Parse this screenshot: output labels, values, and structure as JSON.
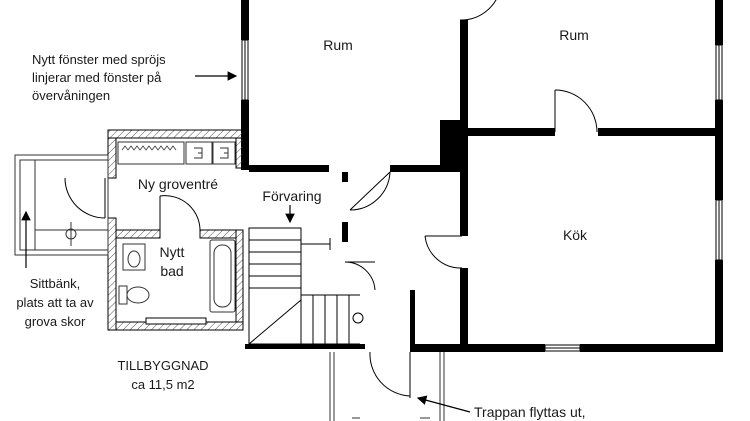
{
  "rooms": {
    "rum_left": "Rum",
    "rum_right": "Rum",
    "kok": "Kök",
    "ny_groventre": "Ny groventré",
    "forvaring": "Förvaring",
    "nytt_bad": [
      "Nytt",
      "bad"
    ]
  },
  "annotations": {
    "window_note": [
      "Nytt fönster med spröjs",
      "linjerar med fönster på",
      "övervåningen"
    ],
    "bench_note": [
      "Sittbänk,",
      "plats att ta av",
      "grova skor"
    ],
    "extension_note": [
      "TILLBYGGNAD",
      "ca 11,5 m2"
    ],
    "stairs_note": "Trappan flyttas ut,"
  },
  "colors": {
    "wall": "#000000",
    "hatch": "#555555",
    "line": "#333333"
  }
}
